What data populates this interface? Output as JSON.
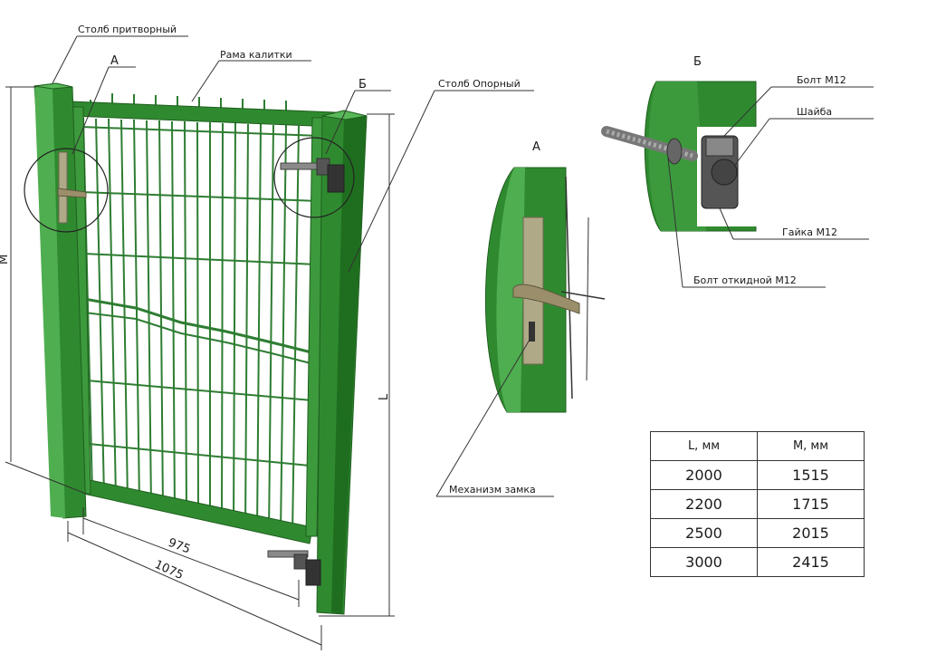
{
  "labels": {
    "latch_post": "Столб притворный",
    "gate_frame": "Рама калитки",
    "support_post": "Столб Опорный",
    "callout_a": "А",
    "callout_b": "Б",
    "bolt_m12": "Болт М12",
    "washer": "Шайба",
    "nut_m12": "Гайка М12",
    "hinge_bolt_m12": "Болт откидной М12",
    "lock_mechanism": "Механизм замка"
  },
  "dimensions": {
    "height_m": "M",
    "height_l": "L",
    "inner_width": "975",
    "outer_width": "1075"
  },
  "table": {
    "headers": [
      "L, мм",
      "M, мм"
    ],
    "rows": [
      [
        "2000",
        "1515"
      ],
      [
        "2200",
        "1715"
      ],
      [
        "2500",
        "2015"
      ],
      [
        "3000",
        "2415"
      ]
    ]
  },
  "colors": {
    "post_green": "#2f8a2f",
    "post_dark": "#1f5e1f",
    "post_light": "#4fae4f",
    "mesh_green": "#2e7d32",
    "metal": "#8a8a8a",
    "handle": "#9a8f6a"
  }
}
